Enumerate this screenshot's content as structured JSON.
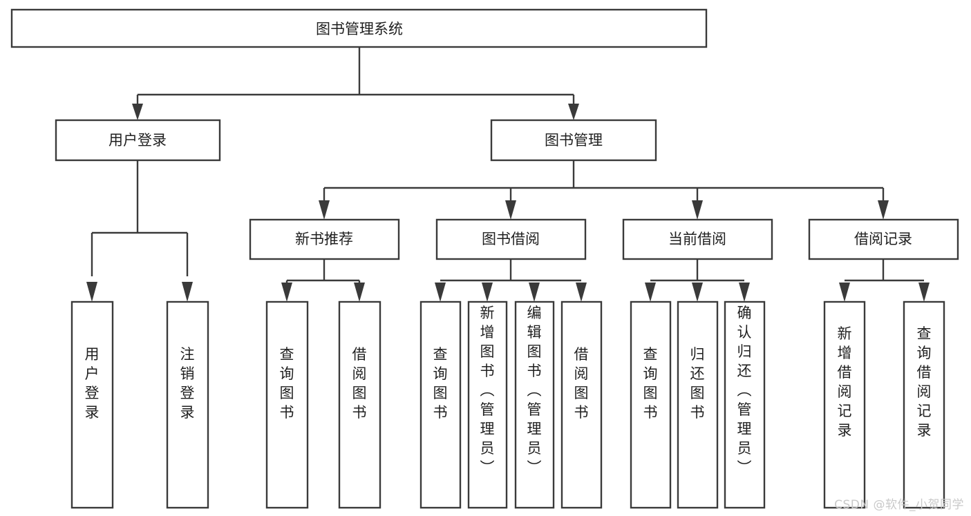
{
  "diagram": {
    "type": "tree",
    "title": "图书管理系统",
    "watermark": "CSDN @软件_小贺同学",
    "colors": {
      "background": "#ffffff",
      "box_fill": "#ffffff",
      "box_stroke": "#3a3a3a",
      "text": "#1f1f1f",
      "watermark": "#c9c9c9"
    },
    "root": {
      "label": "图书管理系统",
      "orientation": "horizontal"
    },
    "level2": [
      {
        "label": "用户登录",
        "orientation": "horizontal"
      },
      {
        "label": "图书管理",
        "orientation": "horizontal"
      }
    ],
    "level3": [
      {
        "label": "新书推荐",
        "orientation": "horizontal",
        "parent": "图书管理"
      },
      {
        "label": "图书借阅",
        "orientation": "horizontal",
        "parent": "图书管理"
      },
      {
        "label": "当前借阅",
        "orientation": "horizontal",
        "parent": "图书管理"
      },
      {
        "label": "借阅记录",
        "orientation": "horizontal",
        "parent": "图书管理"
      }
    ],
    "leaves": [
      {
        "label": "用户登录",
        "orientation": "vertical",
        "parent": "用户登录"
      },
      {
        "label": "注销登录",
        "orientation": "vertical",
        "parent": "用户登录"
      },
      {
        "label": "查询图书",
        "orientation": "vertical",
        "parent": "新书推荐"
      },
      {
        "label": "借阅图书",
        "orientation": "vertical",
        "parent": "新书推荐"
      },
      {
        "label": "查询图书",
        "orientation": "vertical",
        "parent": "图书借阅"
      },
      {
        "label": "新增图书（管理员）",
        "orientation": "vertical",
        "parent": "图书借阅"
      },
      {
        "label": "编辑图书（管理员）",
        "orientation": "vertical",
        "parent": "图书借阅"
      },
      {
        "label": "借阅图书",
        "orientation": "vertical",
        "parent": "图书借阅"
      },
      {
        "label": "查询图书",
        "orientation": "vertical",
        "parent": "当前借阅"
      },
      {
        "label": "归还图书",
        "orientation": "vertical",
        "parent": "当前借阅"
      },
      {
        "label": "确认归还（管理员）",
        "orientation": "vertical",
        "parent": "当前借阅"
      },
      {
        "label": "新增借阅记录",
        "orientation": "vertical",
        "parent": "借阅记录"
      },
      {
        "label": "查询借阅记录",
        "orientation": "vertical",
        "parent": "借阅记录"
      }
    ]
  }
}
